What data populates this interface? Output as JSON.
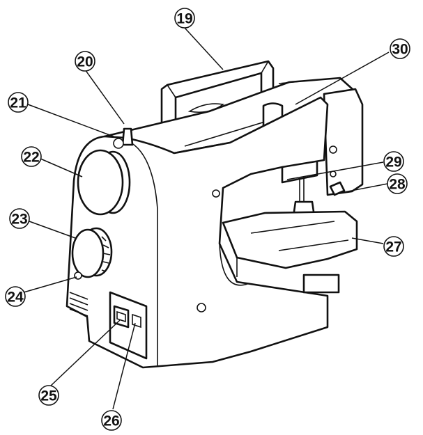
{
  "callouts": [
    {
      "id": "c19",
      "label": "19"
    },
    {
      "id": "c20",
      "label": "20"
    },
    {
      "id": "c21",
      "label": "21"
    },
    {
      "id": "c22",
      "label": "22"
    },
    {
      "id": "c23",
      "label": "23"
    },
    {
      "id": "c24",
      "label": "24"
    },
    {
      "id": "c25",
      "label": "25"
    },
    {
      "id": "c26",
      "label": "26"
    },
    {
      "id": "c27",
      "label": "27"
    },
    {
      "id": "c28",
      "label": "28"
    },
    {
      "id": "c29",
      "label": "29"
    },
    {
      "id": "c30",
      "label": "30"
    }
  ],
  "colors": {
    "line": "#111111",
    "background": "#ffffff"
  }
}
